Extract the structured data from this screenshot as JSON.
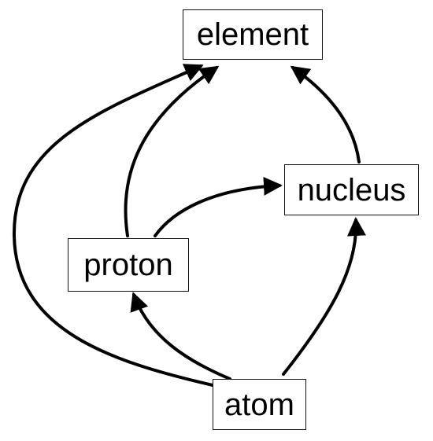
{
  "nodes": {
    "element": "element",
    "nucleus": "nucleus",
    "proton": "proton",
    "atom": "atom"
  },
  "edges": [
    {
      "from": "atom",
      "to": "element"
    },
    {
      "from": "atom",
      "to": "proton"
    },
    {
      "from": "atom",
      "to": "nucleus"
    },
    {
      "from": "proton",
      "to": "element"
    },
    {
      "from": "proton",
      "to": "nucleus"
    },
    {
      "from": "nucleus",
      "to": "element"
    }
  ],
  "colors": {
    "line": "#000000",
    "box_border": "#111111",
    "background": "#ffffff"
  }
}
